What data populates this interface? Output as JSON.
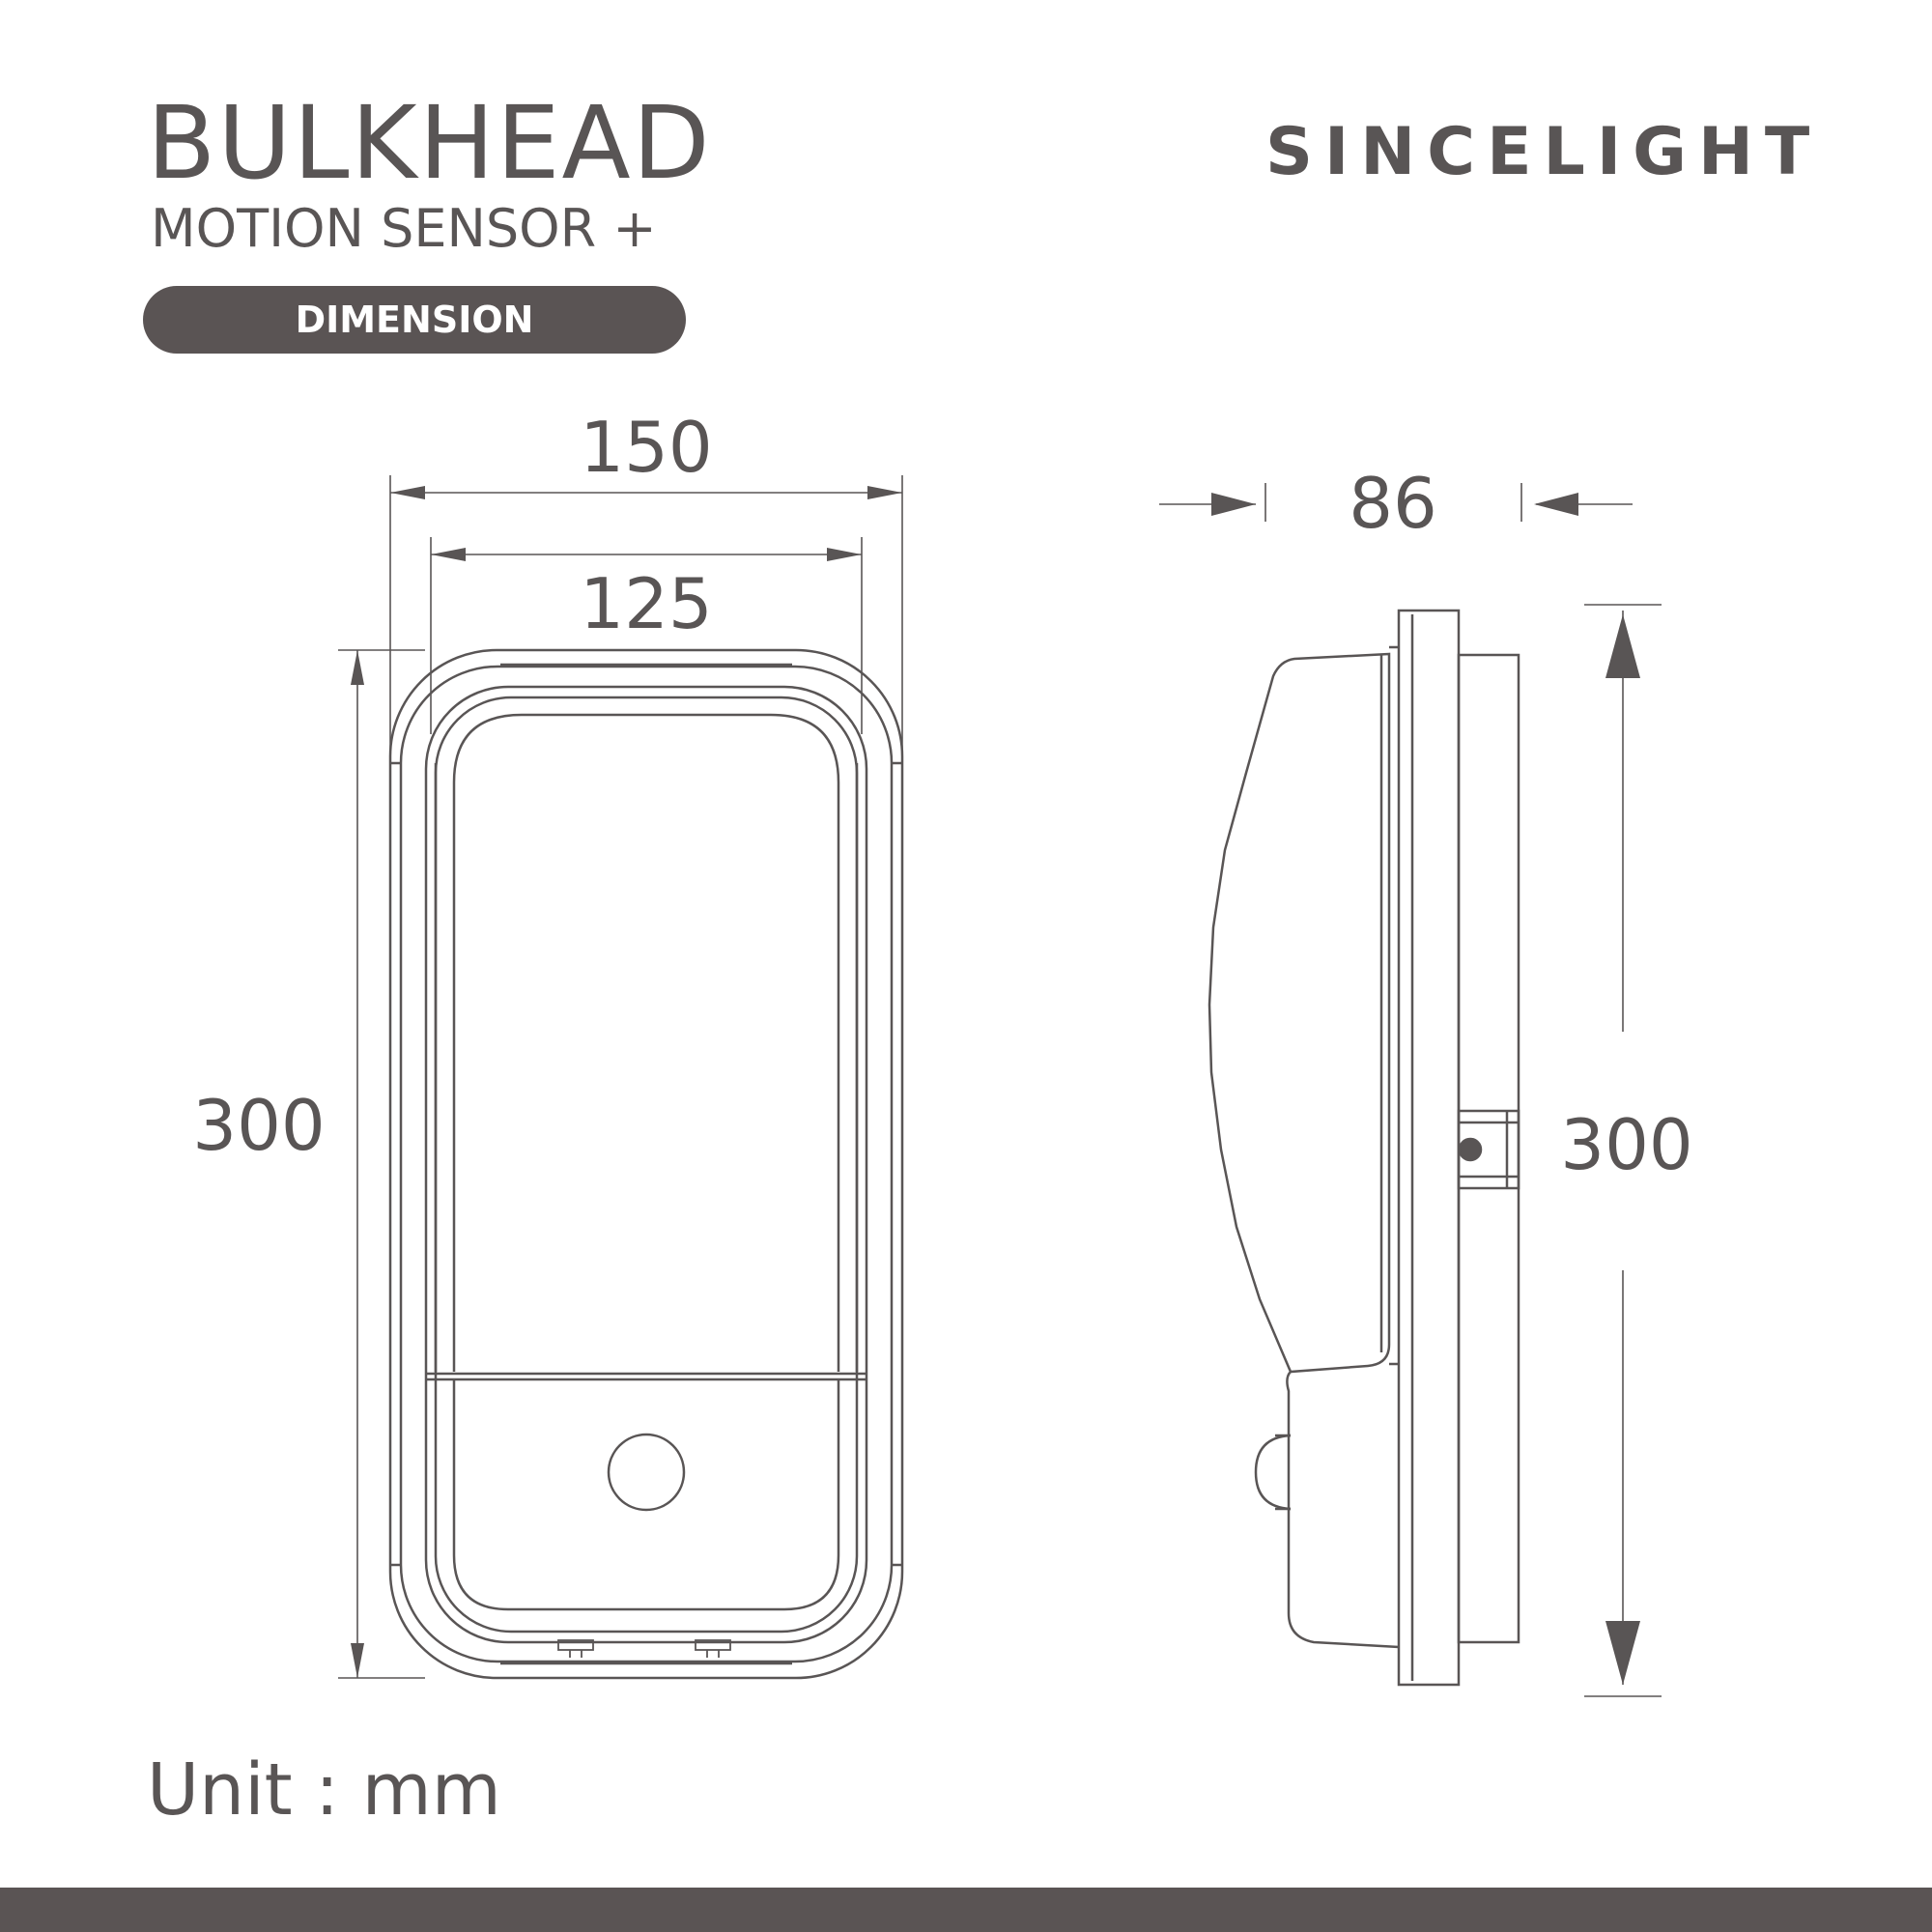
{
  "header": {
    "title": "BULKHEAD",
    "subtitle": "MOTION SENSOR +",
    "badge": "DIMENSION",
    "brand": "SINCELIGHT"
  },
  "dimensions": {
    "outer_width": "150",
    "inner_width": "125",
    "front_height": "300",
    "depth": "86",
    "side_height": "300"
  },
  "footer": {
    "unit_label": "Unit  :  mm"
  },
  "colors": {
    "ink": "#595555",
    "badge_bg": "#5a5454",
    "footer_bar": "#5a5454",
    "background": "#ffffff"
  }
}
